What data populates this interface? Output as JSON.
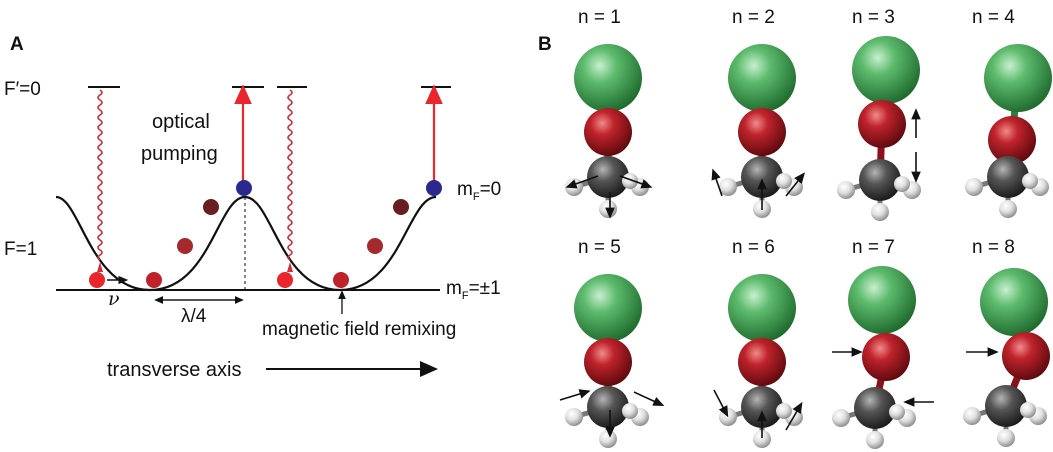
{
  "panels": {
    "a": "A",
    "b": "B"
  },
  "panel_a": {
    "excited_level": "F′=0",
    "ground_level": "F=1",
    "optical_pumping_line1": "optical",
    "optical_pumping_line2": "pumping",
    "mf0_main": "m",
    "mf0_sub": "F",
    "mf0_value": "=0",
    "mf1_main": "m",
    "mf1_sub": "F",
    "mf1_value": "=±1",
    "nu": "ν",
    "lambda": "λ/4",
    "remixing": "magnetic field remixing",
    "axis": "transverse axis",
    "colors": {
      "red_laser": "#e8262b",
      "wavy_decay": "#c8323a",
      "ground_atom": "#e02327",
      "blue_atom": "#2a2a8e",
      "curve": "#111111"
    }
  },
  "panel_b": {
    "modes": [
      {
        "label": "n = 1"
      },
      {
        "label": "n = 2"
      },
      {
        "label": "n = 3"
      },
      {
        "label": "n = 4"
      },
      {
        "label": "n = 5"
      },
      {
        "label": "n = 6"
      },
      {
        "label": "n = 7"
      },
      {
        "label": "n = 8"
      }
    ],
    "colors": {
      "green_atom": "#3f9a4f",
      "red_atom": "#b0161e",
      "gray_atom": "#4a4a4a",
      "white_atom": "#e6e6e6"
    }
  }
}
